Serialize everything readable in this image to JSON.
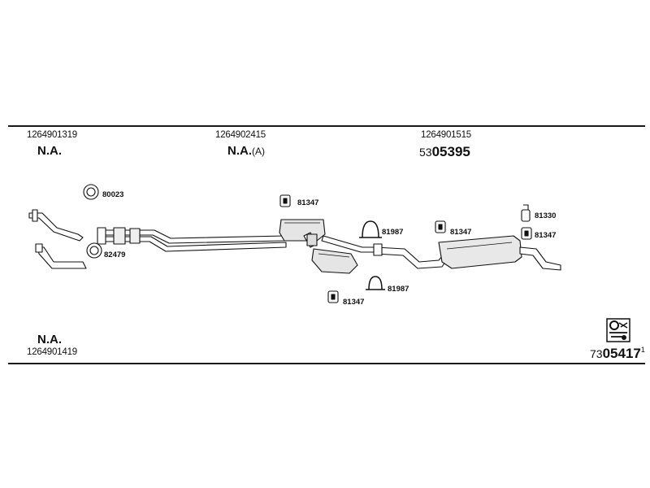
{
  "header": {
    "part1": {
      "number": "1264901319",
      "status": "N.A."
    },
    "part2": {
      "number": "1264902415",
      "status": "N.A.",
      "status_suffix": "(A)"
    },
    "part3": {
      "number": "1264901515",
      "ref_prefix": "53",
      "ref_main": "05395"
    }
  },
  "footer": {
    "part4": {
      "number": "1264901419",
      "status": "N.A."
    },
    "drawing_ref": {
      "prefix": "73",
      "main": "05417",
      "suffix": "1"
    }
  },
  "components": {
    "c80023": "80023",
    "c82479": "82479",
    "c81347_a": "81347",
    "c81987_a": "81987",
    "c81347_b": "81347",
    "c81330": "81330",
    "c81347_c": "81347",
    "c81987_b": "81987",
    "c81347_d": "81347"
  },
  "logo_icon": "parts-catalog-logo-icon"
}
